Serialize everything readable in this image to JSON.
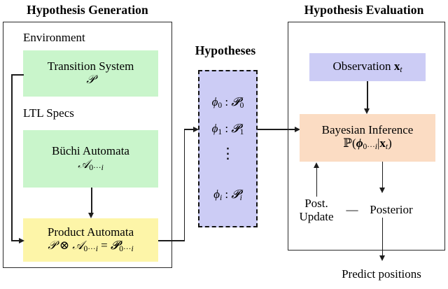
{
  "diagram": {
    "title_left": "Hypothesis Generation",
    "title_mid": "Hypotheses",
    "title_right": "Hypothesis Evaluation"
  },
  "left_panel": {
    "group_environment": "Environment",
    "group_ltl": "LTL Specs",
    "transition_system": {
      "line1": "Transition System",
      "line2": "T",
      "symbol": "T",
      "color": "#c9f5cb"
    },
    "buchi_automata": {
      "line1": "Büchi Automata",
      "symbol": "A",
      "subscript": "0···i",
      "color": "#c9f5cb"
    },
    "product_automata": {
      "line1": "Product Automata",
      "formula": "T ⊗ A 0···i = P 0···i",
      "color": "#fdf5a8"
    }
  },
  "hypotheses_panel": {
    "items": [
      {
        "phi": "φ",
        "phi_sub": "0",
        "sep": ":",
        "P": "P",
        "P_sub": "0"
      },
      {
        "phi": "φ",
        "phi_sub": "1",
        "sep": ":",
        "P": "P",
        "P_sub": "1"
      },
      {
        "phi": "φ",
        "phi_sub": "i",
        "sep": ":",
        "P": "P",
        "P_sub": "i"
      }
    ],
    "ellipsis": "⋮",
    "color": "#ccccf5",
    "border_style": "dashed"
  },
  "right_panel": {
    "observation": {
      "text": "Observation",
      "symbol": "x",
      "subscript": "t",
      "color": "#ccccf5"
    },
    "bayesian_inference": {
      "line1": "Bayesian Inference",
      "formula_prefix": "ℙ(",
      "formula_phi": "φ",
      "formula_phi_sub": "0···i",
      "formula_bar": "|",
      "formula_x": "x",
      "formula_x_sub": "t",
      "formula_suffix": ")",
      "color": "#fbdcc3"
    },
    "post_update": {
      "line1": "Post.",
      "line2": "Update"
    },
    "dash": "—",
    "posterior": "Posterior",
    "predict_positions": "Predict positions"
  },
  "colors": {
    "green": "#c9f5cb",
    "yellow": "#fdf5a8",
    "lavender": "#ccccf5",
    "peach": "#fbdcc3",
    "stroke": "#1d1d1d",
    "panel_border": "#2b2b2b",
    "background": "#ffffff"
  }
}
